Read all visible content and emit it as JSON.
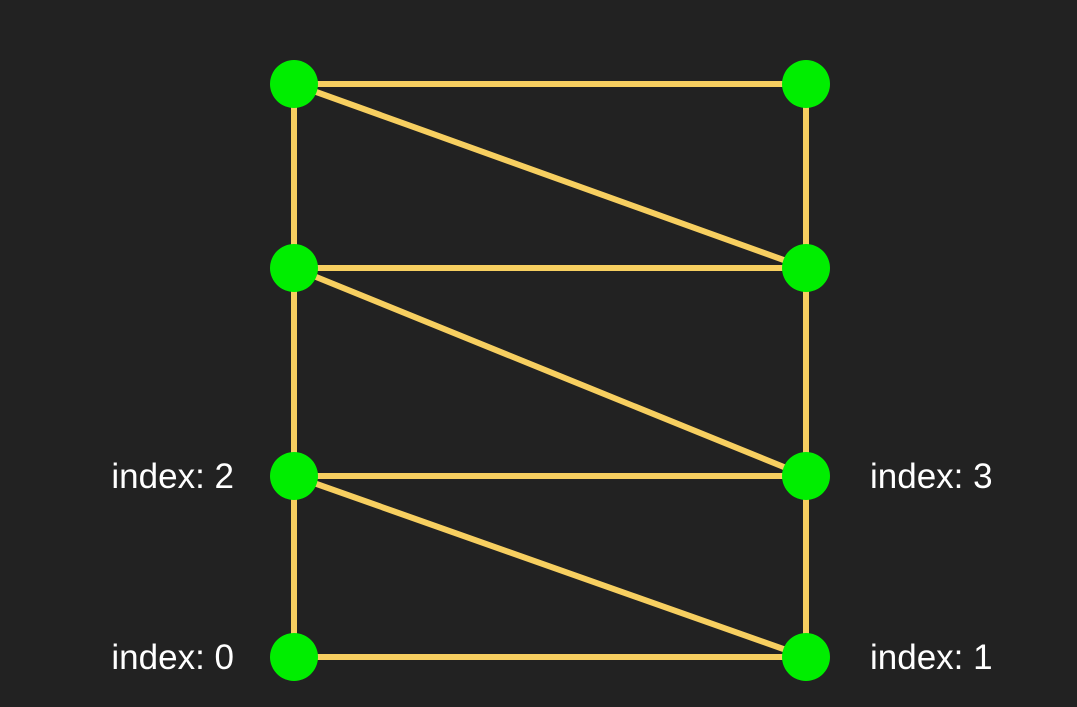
{
  "diagram": {
    "edge_color": "#f7cf60",
    "vertex_color": "#00ee00",
    "background_color": "#222222",
    "label_color": "#ffffff",
    "vertices": [
      {
        "id": "v0",
        "label": "index: 0"
      },
      {
        "id": "v1",
        "label": "index: 1"
      },
      {
        "id": "v2",
        "label": "index: 2"
      },
      {
        "id": "v3",
        "label": "index: 3"
      },
      {
        "id": "v4",
        "label": ""
      },
      {
        "id": "v5",
        "label": ""
      },
      {
        "id": "v6",
        "label": ""
      },
      {
        "id": "v7",
        "label": ""
      }
    ],
    "edges": [
      [
        "v0",
        "v1"
      ],
      [
        "v0",
        "v2"
      ],
      [
        "v1",
        "v3"
      ],
      [
        "v2",
        "v3"
      ],
      [
        "v2",
        "v1"
      ],
      [
        "v2",
        "v4"
      ],
      [
        "v3",
        "v5"
      ],
      [
        "v4",
        "v5"
      ],
      [
        "v4",
        "v3"
      ],
      [
        "v4",
        "v6"
      ],
      [
        "v5",
        "v7"
      ],
      [
        "v6",
        "v7"
      ],
      [
        "v6",
        "v5"
      ]
    ]
  }
}
